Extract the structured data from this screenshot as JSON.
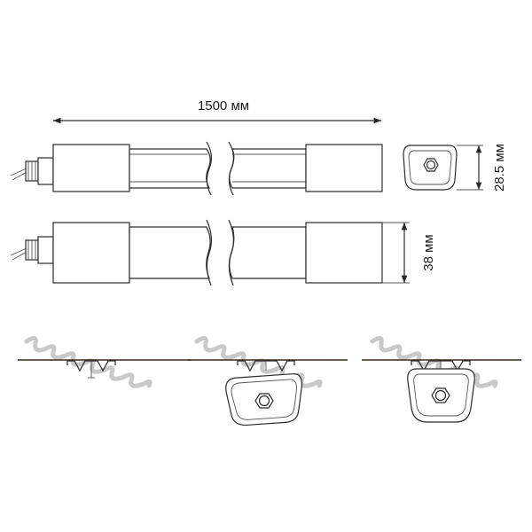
{
  "dimensions": {
    "length_label": "1500 мм",
    "height_label": "28.5 мм",
    "depth_label": "38 мм"
  },
  "colors": {
    "line": "#2b2b2b",
    "ceiling_hatch": "#c9c9c9",
    "ceiling_line": "#3a2a1a"
  }
}
